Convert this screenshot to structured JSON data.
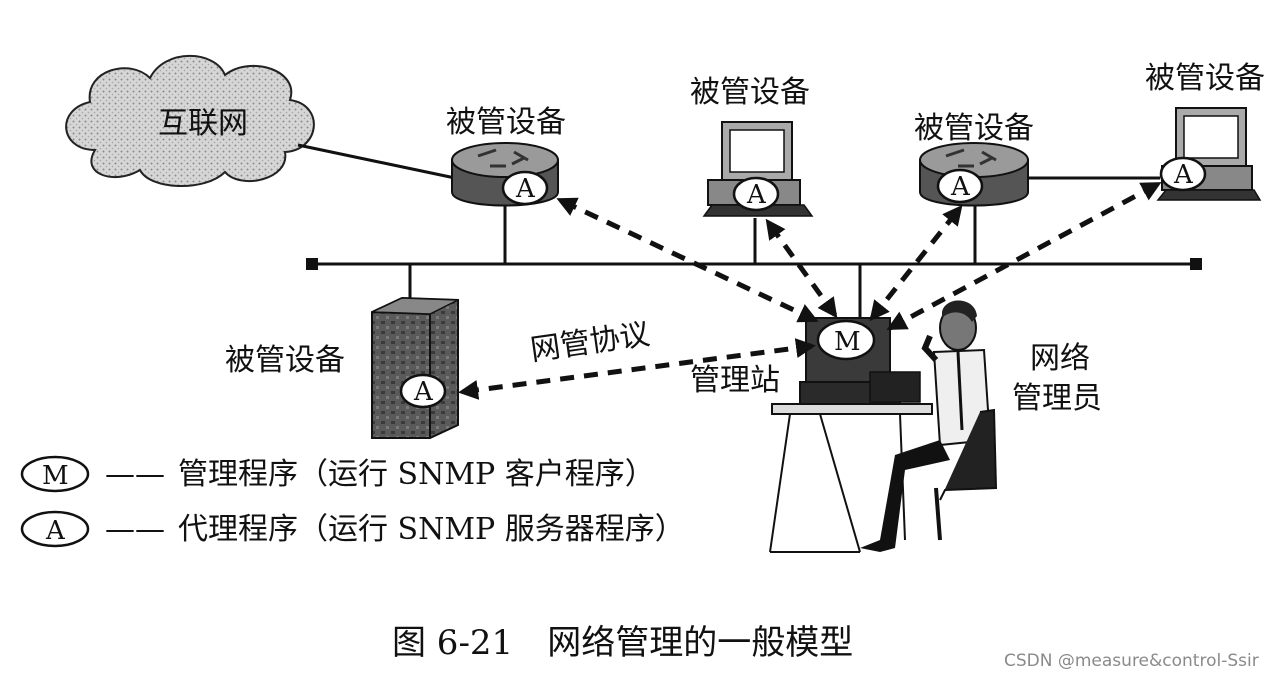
{
  "cloud_label": "互联网",
  "managed_device_label": "被管设备",
  "station_label": "管理站",
  "protocol_label": "网管协议",
  "admin_label": {
    "line1": "网络",
    "line2": "管理员"
  },
  "badges": {
    "manager": "M",
    "agent": "A"
  },
  "legend": [
    {
      "badge": "M",
      "dash": "——",
      "text": "管理程序（运行 SNMP 客户程序）"
    },
    {
      "badge": "A",
      "dash": "——",
      "text": "代理程序（运行 SNMP 服务器程序）"
    }
  ],
  "caption": "图 6-21　网络管理的一般模型",
  "watermark": "CSDN @measure&control-Ssir"
}
